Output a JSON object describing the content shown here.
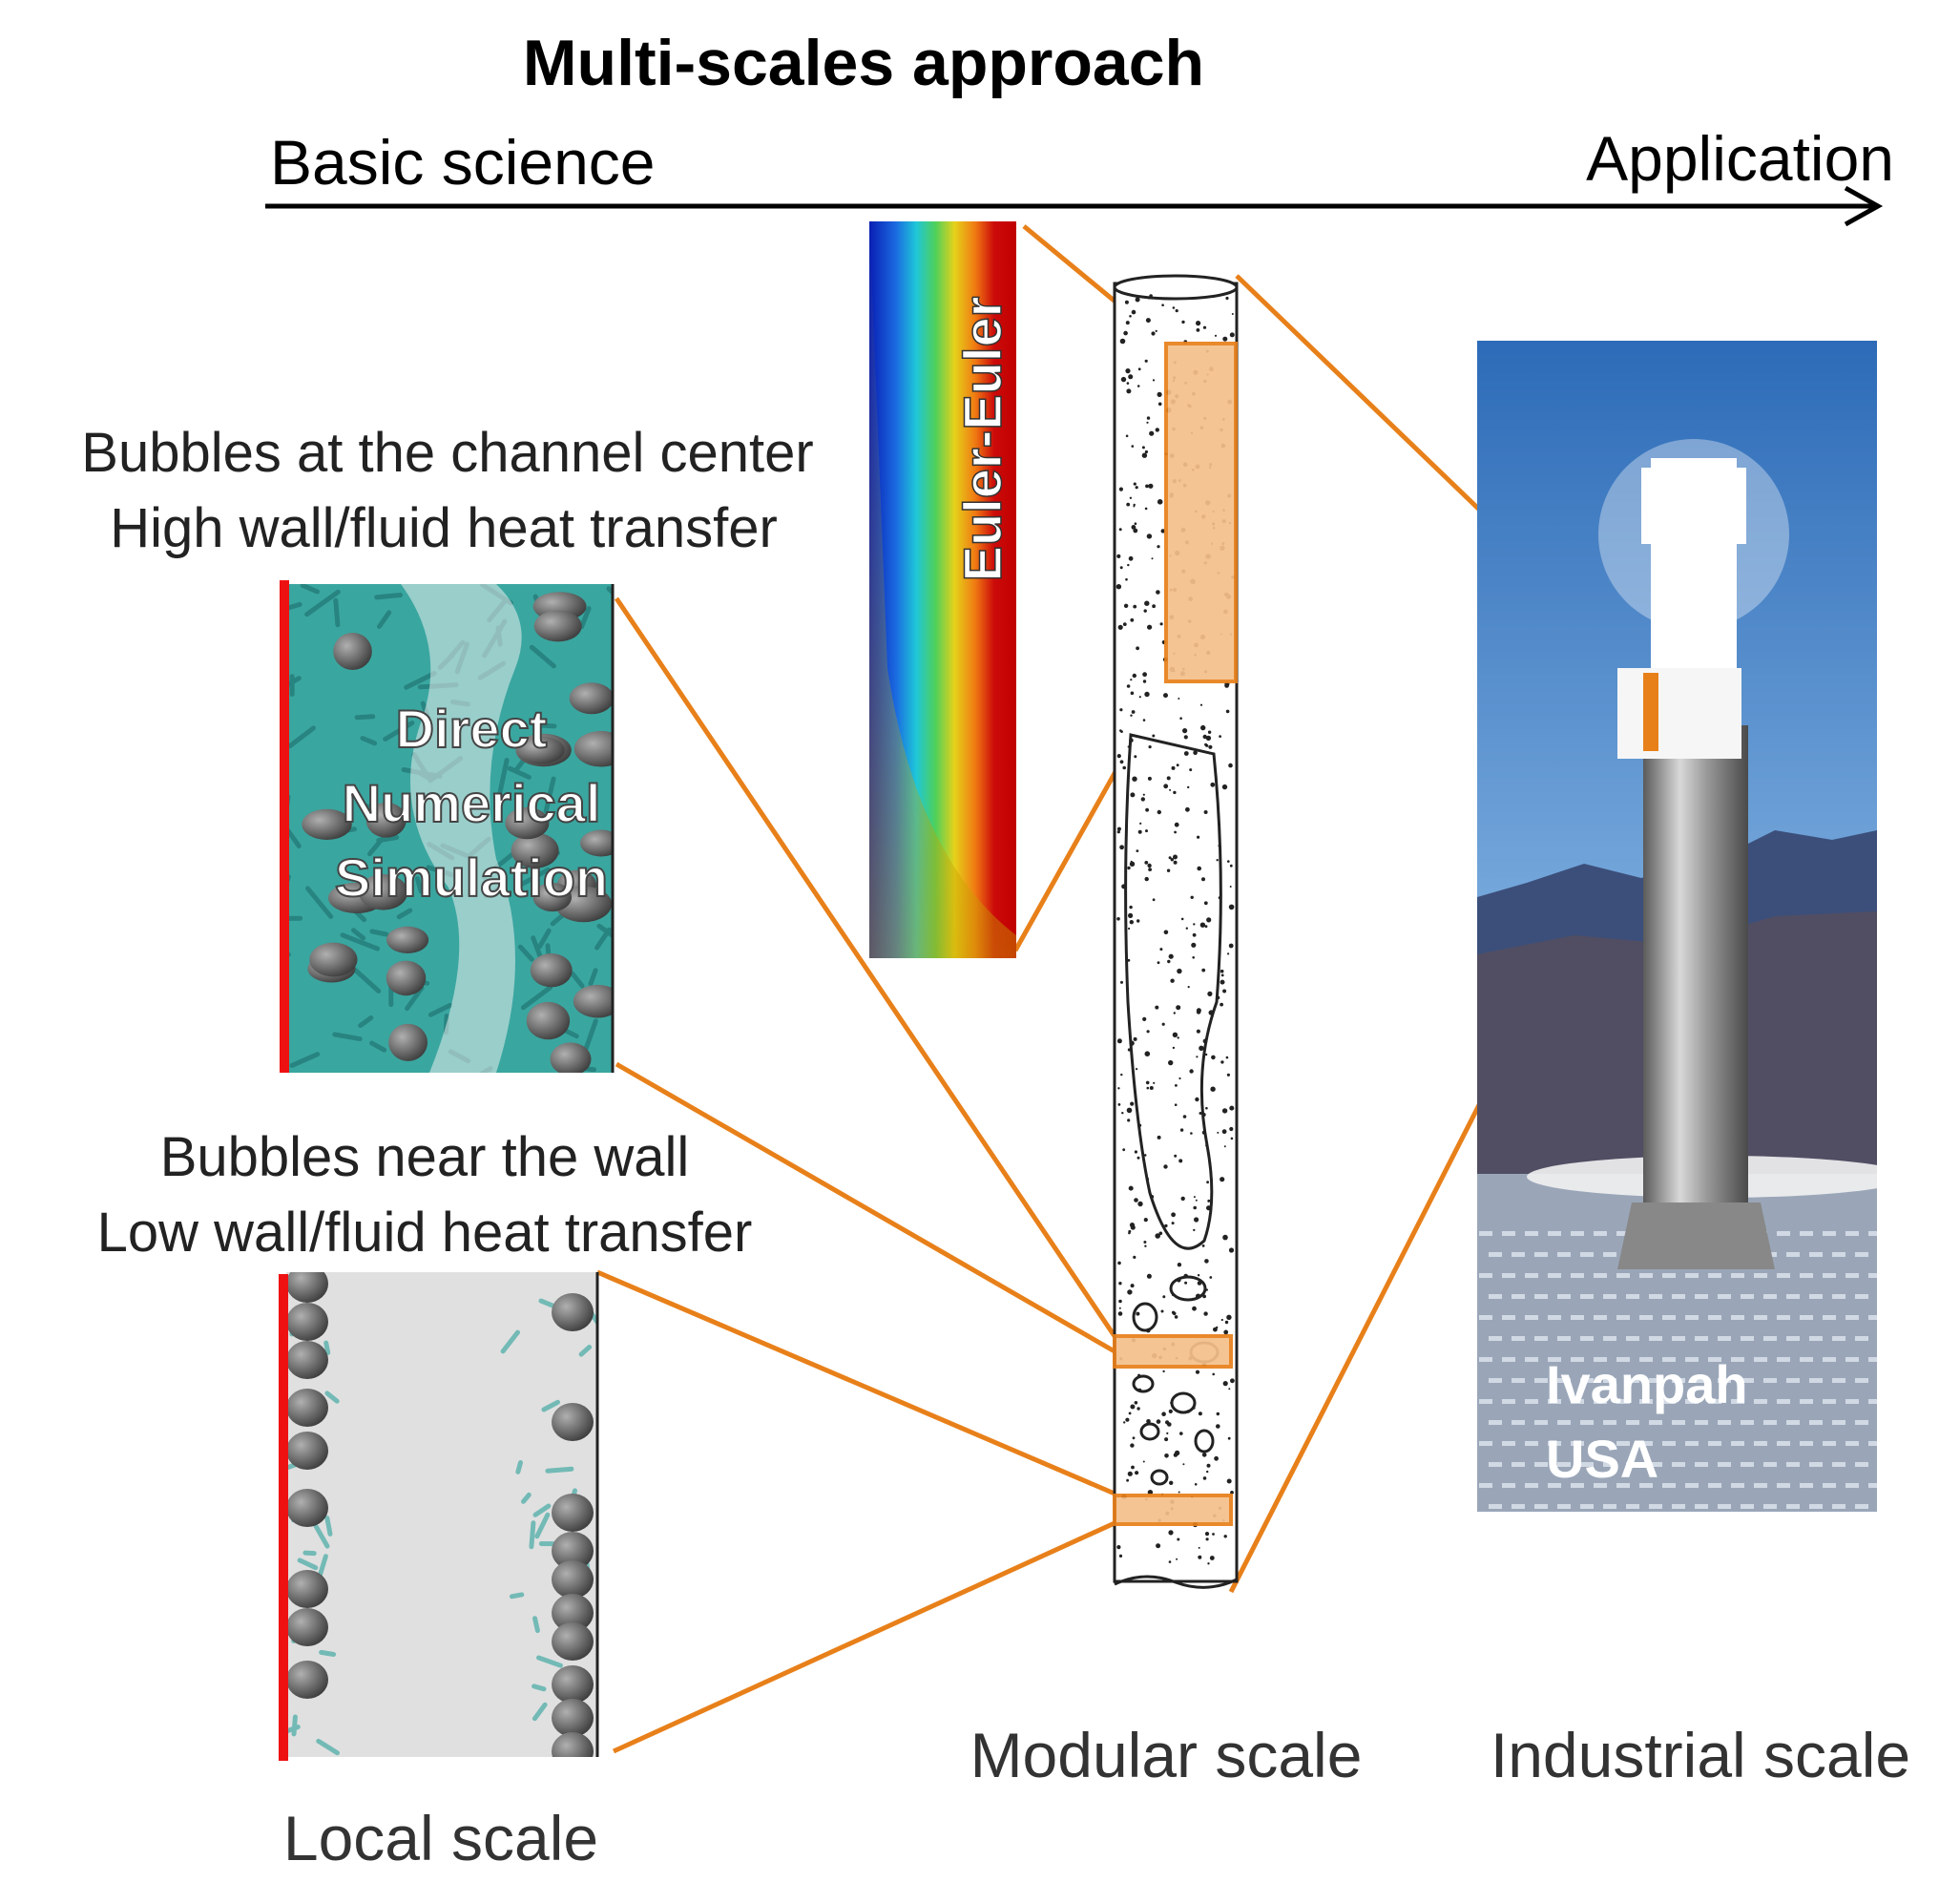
{
  "title": "Multi-scales approach",
  "axis": {
    "start_label": "Basic science",
    "end_label": "Application"
  },
  "dns_panel": {
    "caption_line1": "Bubbles at the channel center",
    "caption_line2": "High wall/fluid heat transfer",
    "overlay": [
      "Direct",
      "Numerical",
      "Simulation"
    ]
  },
  "wall_panel": {
    "caption_line1": "Bubbles near the wall",
    "caption_line2": "Low wall/fluid heat transfer"
  },
  "euler_panel": {
    "overlay": "Euler-Euler"
  },
  "photo_panel": {
    "overlay_line1": "Ivanpah",
    "overlay_line2": "USA"
  },
  "scale_labels": {
    "local": "Local scale",
    "modular": "Modular scale",
    "industrial": "Industrial scale"
  },
  "colors": {
    "connector": "#e8801a",
    "highlight_fill": "#f5c08a",
    "wall_red": "#ee1111",
    "dns_teal": "#3aa6a0",
    "bubble_gray": "#6e6e6e"
  }
}
